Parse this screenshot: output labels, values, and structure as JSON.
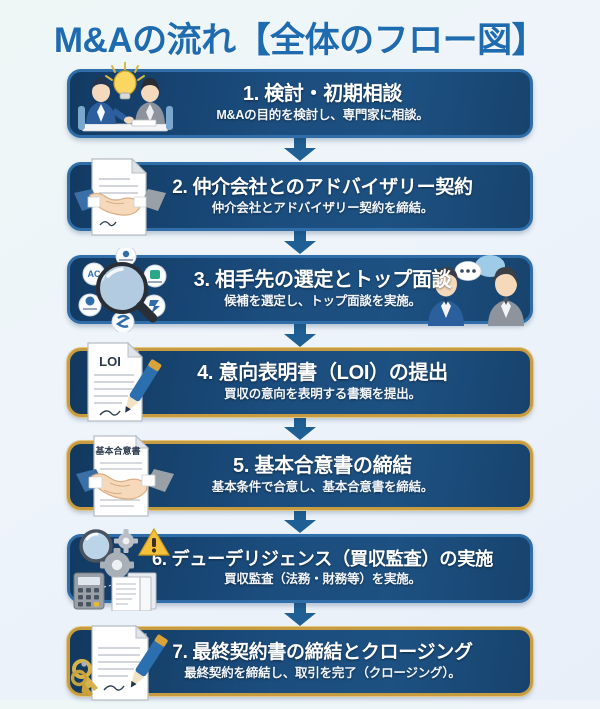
{
  "page": {
    "title": "M&Aの流れ【全体のフロー図】",
    "title_color": "#1f6bb0",
    "background_color": "#eef4fa"
  },
  "flow": {
    "arrow_color": "#1f5f93",
    "box_fill_color": "#1b4d7e",
    "blue_border_color": "#2f6ea8",
    "gold_border_color": "#c79b3f",
    "steps": [
      {
        "number": "1.",
        "title": "1. 検討・初期相談",
        "subtitle": "M&Aの目的を検討し、専門家に相談。",
        "border": "blue",
        "icon_left": "meeting-lightbulb-icon",
        "icon_right": ""
      },
      {
        "number": "2.",
        "title": "2. 仲介会社とのアドバイザリー契約",
        "subtitle": "仲介会社とアドバイザリー契約を締結。",
        "border": "blue",
        "icon_left": "contract-handshake-icon",
        "icon_right": ""
      },
      {
        "number": "3.",
        "title": "3. 相手先の選定とトップ面談",
        "subtitle": "候補を選定し、トップ面談を実施。",
        "border": "blue",
        "icon_left": "magnifier-companies-icon",
        "icon_right": "two-businessmen-talking-icon"
      },
      {
        "number": "4.",
        "title": "4. 意向表明書（LOI）の提出",
        "subtitle": "買収の意向を表明する書類を提出。",
        "border": "gold",
        "icon_left": "loi-document-pen-icon",
        "icon_right": "",
        "icon_label": "LOI"
      },
      {
        "number": "5.",
        "title": "5. 基本合意書の締結",
        "subtitle": "基本条件で合意し、基本合意書を締結。",
        "border": "gold",
        "icon_left": "agreement-handshake-icon",
        "icon_right": "",
        "icon_label": "基本合意書"
      },
      {
        "number": "6.",
        "title": "6. デューデリジェンス（買収監査）の実施",
        "subtitle": "買収監査（法務・財務等）を実施。",
        "border": "blue",
        "icon_left": "audit-magnifier-gear-calculator-icon",
        "icon_right": ""
      },
      {
        "number": "7.",
        "title": "7. 最終契約書の締結とクロージング",
        "subtitle": "最終契約を締結し、取引を完了（クロージング）。",
        "border": "blue",
        "icon_left": "final-contract-keys-pen-icon",
        "icon_right": ""
      }
    ]
  }
}
